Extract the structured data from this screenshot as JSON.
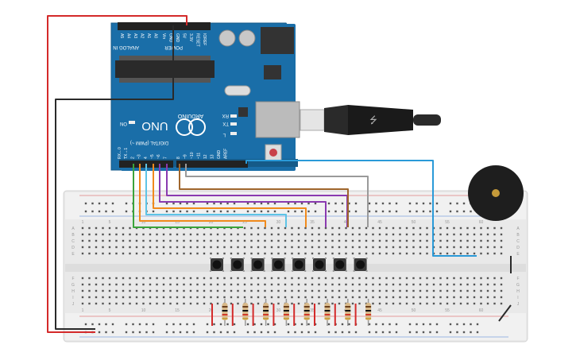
{
  "arduino": {
    "brand": "ARDUINO",
    "model": "UNO",
    "on_label": "ON",
    "tx_label": "TX",
    "rx_label": "RX",
    "l_label": "L",
    "analog_in": "ANALOG IN",
    "power": "POWER",
    "digital": "DIGITAL (PWM ~)",
    "analog_pins": [
      "A5",
      "A4",
      "A3",
      "A2",
      "A1",
      "A0"
    ],
    "power_pins": [
      "Vin",
      "GND",
      "GND",
      "5V",
      "3.3V",
      "RESET",
      "IOREF"
    ],
    "digital_pins_left": [
      "RX←0",
      "TX→1",
      "2",
      "~3",
      "4",
      "~5",
      "~6",
      "7"
    ],
    "digital_pins_right": [
      "8",
      "~9",
      "~10",
      "~11",
      "12",
      "13",
      "GND",
      "AREF"
    ]
  },
  "breadboard": {
    "column_numbers": [
      "1",
      "5",
      "10",
      "15",
      "20",
      "25",
      "30",
      "35",
      "40",
      "45",
      "50",
      "55",
      "60"
    ],
    "row_letters_top": [
      "A",
      "B",
      "C",
      "D",
      "E"
    ],
    "row_letters_bottom": [
      "F",
      "G",
      "H",
      "I",
      "J"
    ]
  },
  "components": {
    "buttons": 8,
    "resistors": 8,
    "buzzer": 1
  },
  "colors": {
    "board_blue": "#1a6ea8",
    "wire_red": "#d42a2a",
    "wire_black": "#2a2a2a",
    "wire_green": "#3aa33a",
    "wire_orange": "#f08a1c",
    "wire_light_blue": "#5ec4e6",
    "wire_purple": "#8a3ab0",
    "wire_brown": "#a0662c",
    "wire_gray": "#9a9a9a",
    "wire_blue": "#2a9ad8"
  }
}
